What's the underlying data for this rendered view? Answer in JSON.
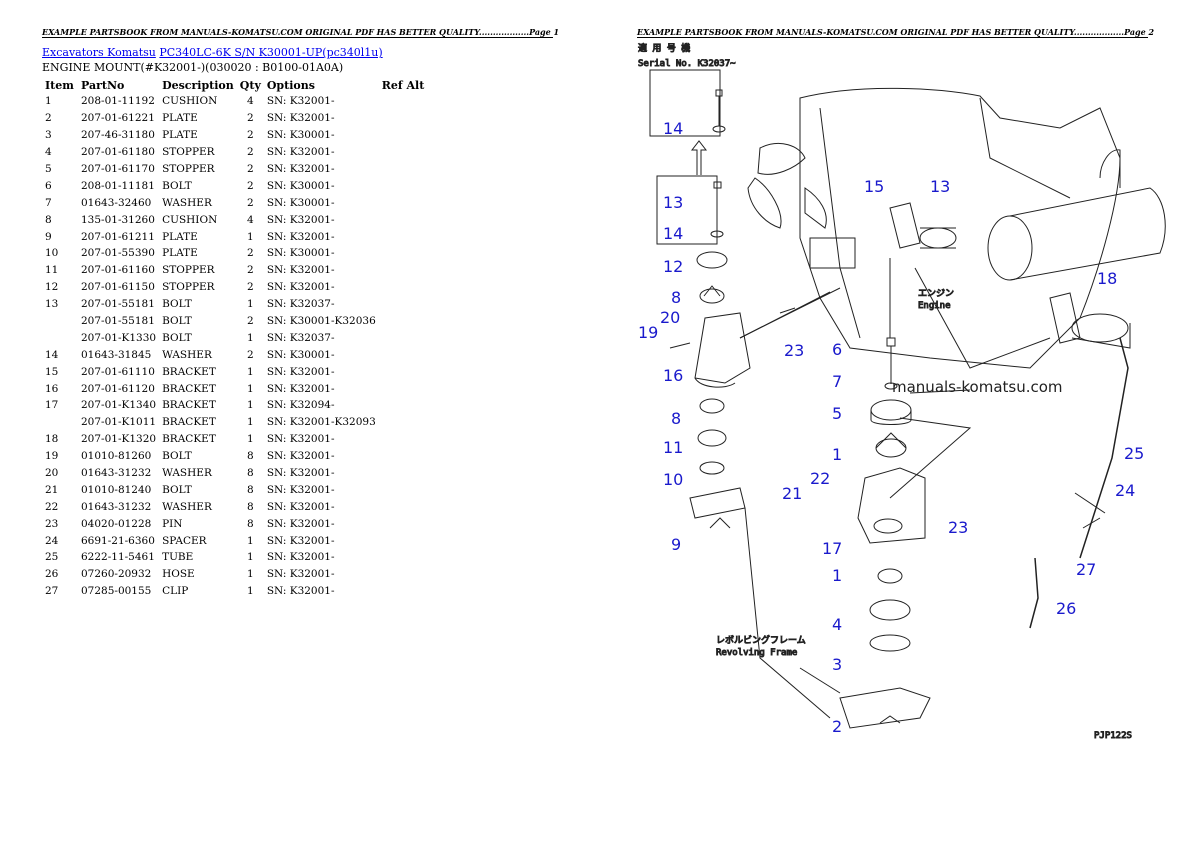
{
  "header": {
    "left": "EXAMPLE PARTSBOOK FROM MANUALS-KOMATSU.COM ORIGINAL PDF HAS BETTER QUALITY..................Page 1",
    "right": "EXAMPLE PARTSBOOK FROM MANUALS-KOMATSU.COM ORIGINAL PDF HAS BETTER QUALITY..................Page 2"
  },
  "breadcrumb": {
    "link1": "Excavators Komatsu",
    "link2": "PC340LC-6K S/N K30001-UP(pc340l1u)"
  },
  "subtitle": "ENGINE MOUNT(#K32001-)(030020 : B0100-01A0A)",
  "table": {
    "headers": [
      "Item",
      "PartNo",
      "Description",
      "Qty",
      "Options",
      "Ref Alt"
    ],
    "rows": [
      [
        "1",
        "208-01-11192",
        "CUSHION",
        "4",
        "SN: K32001-"
      ],
      [
        "2",
        "207-01-61221",
        "PLATE",
        "2",
        "SN: K32001-"
      ],
      [
        "3",
        "207-46-31180",
        "PLATE",
        "2",
        "SN: K30001-"
      ],
      [
        "4",
        "207-01-61180",
        "STOPPER",
        "2",
        "SN: K32001-"
      ],
      [
        "5",
        "207-01-61170",
        "STOPPER",
        "2",
        "SN: K32001-"
      ],
      [
        "6",
        "208-01-11181",
        "BOLT",
        "2",
        "SN: K30001-"
      ],
      [
        "7",
        "01643-32460",
        "WASHER",
        "2",
        "SN: K30001-"
      ],
      [
        "8",
        "135-01-31260",
        "CUSHION",
        "4",
        "SN: K32001-"
      ],
      [
        "9",
        "207-01-61211",
        "PLATE",
        "1",
        "SN: K32001-"
      ],
      [
        "10",
        "207-01-55390",
        "PLATE",
        "2",
        "SN: K30001-"
      ],
      [
        "11",
        "207-01-61160",
        "STOPPER",
        "2",
        "SN: K32001-"
      ],
      [
        "12",
        "207-01-61150",
        "STOPPER",
        "2",
        "SN: K32001-"
      ],
      [
        "13",
        "207-01-55181",
        "BOLT",
        "1",
        "SN: K32037-"
      ],
      [
        "",
        "207-01-55181",
        "BOLT",
        "2",
        "SN: K30001-K32036"
      ],
      [
        "",
        "207-01-K1330",
        "BOLT",
        "1",
        "SN: K32037-"
      ],
      [
        "14",
        "01643-31845",
        "WASHER",
        "2",
        "SN: K30001-"
      ],
      [
        "15",
        "207-01-61110",
        "BRACKET",
        "1",
        "SN: K32001-"
      ],
      [
        "16",
        "207-01-61120",
        "BRACKET",
        "1",
        "SN: K32001-"
      ],
      [
        "17",
        "207-01-K1340",
        "BRACKET",
        "1",
        "SN: K32094-"
      ],
      [
        "",
        "207-01-K1011",
        "BRACKET",
        "1",
        "SN: K32001-K32093"
      ],
      [
        "18",
        "207-01-K1320",
        "BRACKET",
        "1",
        "SN: K32001-"
      ],
      [
        "19",
        "01010-81260",
        "BOLT",
        "8",
        "SN: K32001-"
      ],
      [
        "20",
        "01643-31232",
        "WASHER",
        "8",
        "SN: K32001-"
      ],
      [
        "21",
        "01010-81240",
        "BOLT",
        "8",
        "SN: K32001-"
      ],
      [
        "22",
        "01643-31232",
        "WASHER",
        "8",
        "SN: K32001-"
      ],
      [
        "23",
        "04020-01228",
        "PIN",
        "8",
        "SN: K32001-"
      ],
      [
        "24",
        "6691-21-6360",
        "SPACER",
        "1",
        "SN: K32001-"
      ],
      [
        "25",
        "6222-11-5461",
        "TUBE",
        "1",
        "SN: K32001-"
      ],
      [
        "26",
        "07260-20932",
        "HOSE",
        "1",
        "SN: K32001-"
      ],
      [
        "27",
        "07285-00155",
        "CLIP",
        "1",
        "SN: K32001-"
      ]
    ]
  },
  "diagram": {
    "serial_jp": "適 用 号 機",
    "serial": "Serial No. K32037~",
    "engine_jp": "エンジン",
    "engine": "Engine",
    "frame_jp": "レボルビングフレーム",
    "frame": "Revolving Frame",
    "watermark": "manuals-komatsu.com",
    "code": "PJP122S",
    "callouts": [
      "14",
      "13",
      "14",
      "12",
      "8",
      "19",
      "20",
      "16",
      "23",
      "8",
      "11",
      "10",
      "9",
      "15",
      "13",
      "18",
      "6",
      "7",
      "5",
      "1",
      "25",
      "22",
      "21",
      "24",
      "23",
      "17",
      "27",
      "1",
      "26",
      "4",
      "3",
      "2"
    ]
  }
}
